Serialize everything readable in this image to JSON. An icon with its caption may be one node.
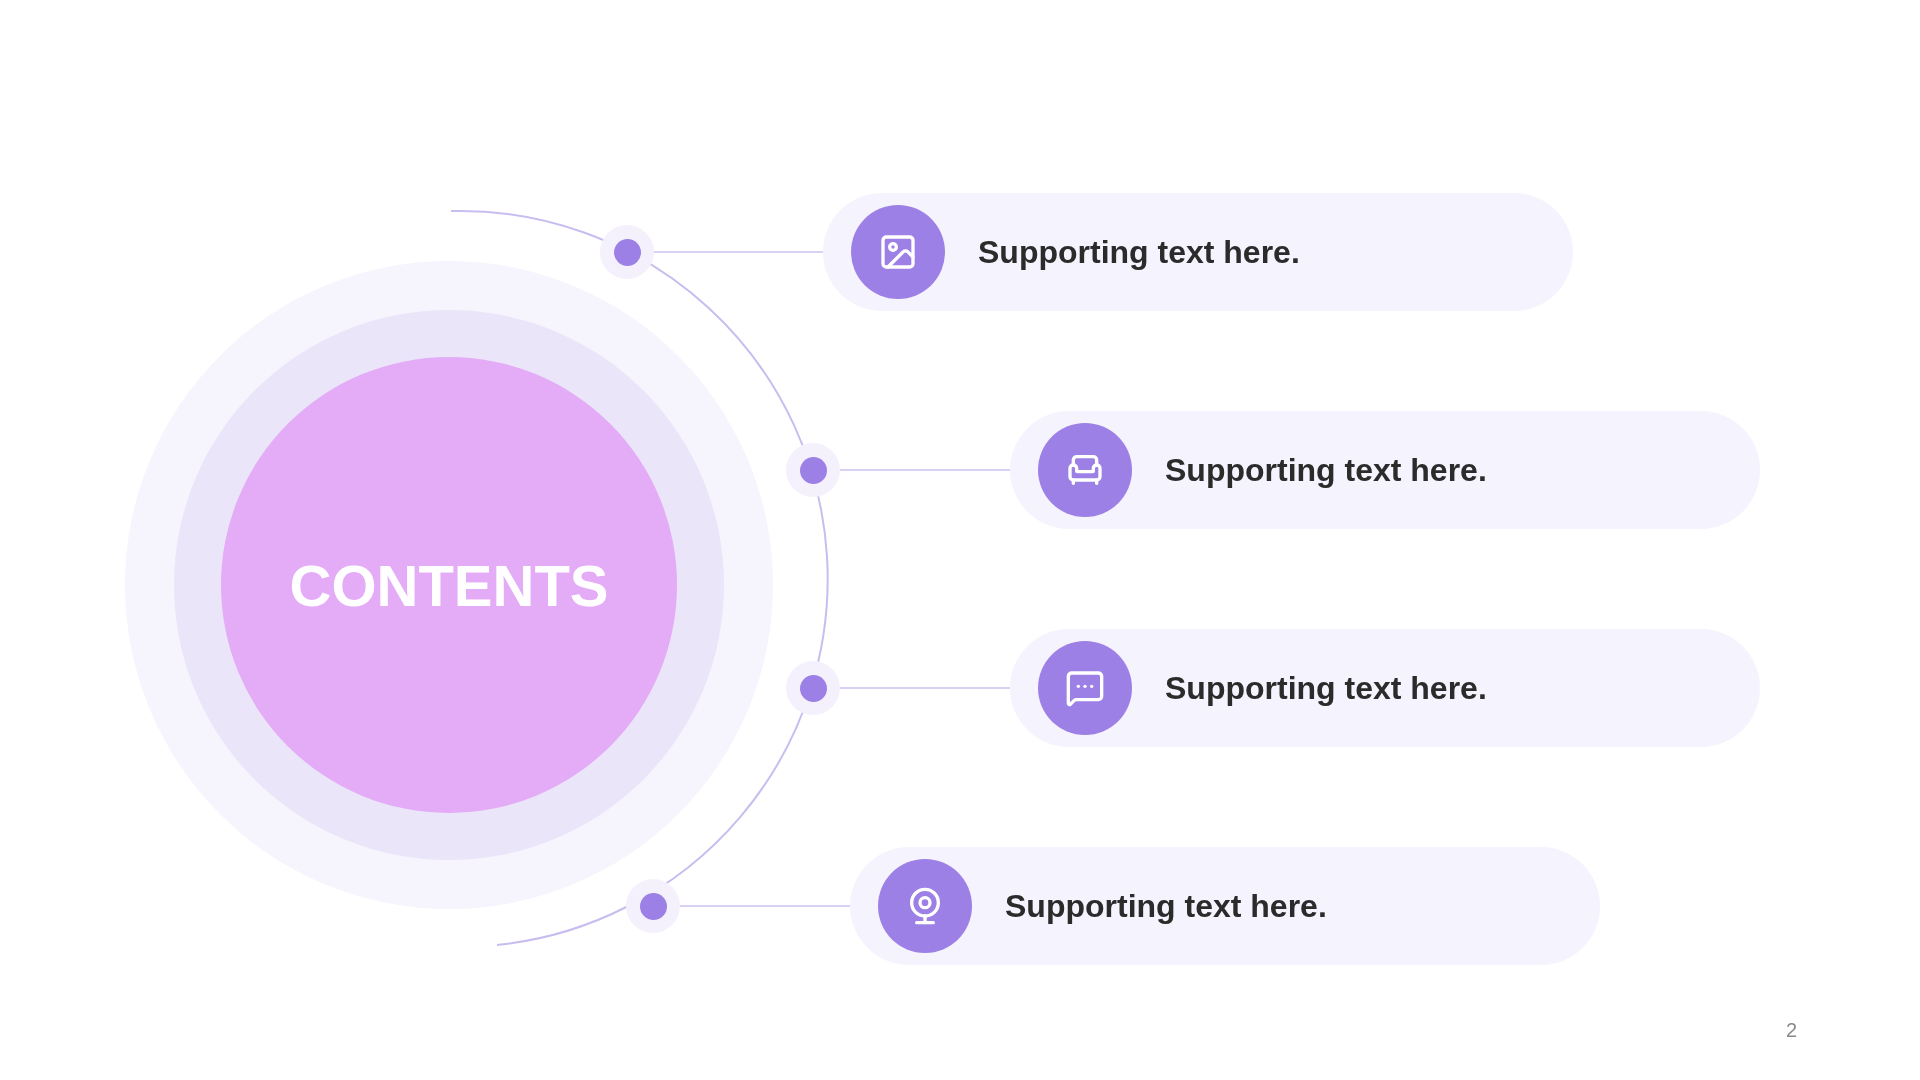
{
  "diagram": {
    "nodes": [
      {
        "text": [
          "CONTENTS"
        ]
      },
      {
        "text": [],
        "shape": "circle"
      },
      {
        "text": [],
        "shape": "circle"
      },
      {
        "text": [],
        "shape": "circle"
      },
      {
        "text": [],
        "shape": "circle"
      },
      {
        "text": [
          "Supporting text here."
        ]
      },
      {
        "text": [
          "Supporting text here."
        ]
      },
      {
        "text": [
          "Supporting text here."
        ]
      },
      {
        "text": [
          "Supporting text here."
        ]
      }
    ],
    "edges": [
      {
        "from": 1,
        "to": 5,
        "arrow": "none"
      },
      {
        "from": 2,
        "to": 6,
        "arrow": "none"
      },
      {
        "from": 3,
        "to": 7,
        "arrow": "none"
      },
      {
        "from": 4,
        "to": 8,
        "arrow": "none"
      }
    ],
    "labels": [
      "2"
    ]
  }
}
